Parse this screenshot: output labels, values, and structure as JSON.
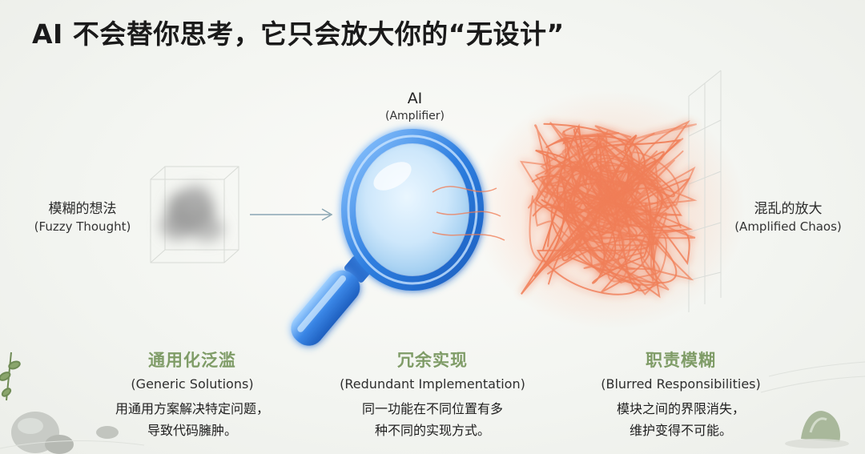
{
  "title": "AI 不会替你思考，它只会放大你的“无设计”",
  "input": {
    "zh": "模糊的想法",
    "en": "(Fuzzy Thought)"
  },
  "amplifier": {
    "zh": "AI",
    "en": "(Amplifier)"
  },
  "output": {
    "zh": "混乱的放大",
    "en": "(Amplified Chaos)"
  },
  "columns": [
    {
      "heading": "通用化泛滥",
      "subheading": "(Generic Solutions)",
      "line1": "用通用方案解决特定问题，",
      "line2": "导致代码臃肿。"
    },
    {
      "heading": "冗余实现",
      "subheading": "(Redundant Implementation)",
      "line1": "同一功能在不同位置有多",
      "line2": "种不同的实现方式。"
    },
    {
      "heading": "职责模糊",
      "subheading": "(Blurred Responsibilities)",
      "line1": "模块之间的界限消失，",
      "line2": "维护变得不可能。"
    }
  ],
  "colors": {
    "heading_green": "#7f9c67",
    "chaos_orange": "#f07a52",
    "lens_blue": "#4a90e2",
    "fog_gray": "#8d8d8d"
  }
}
